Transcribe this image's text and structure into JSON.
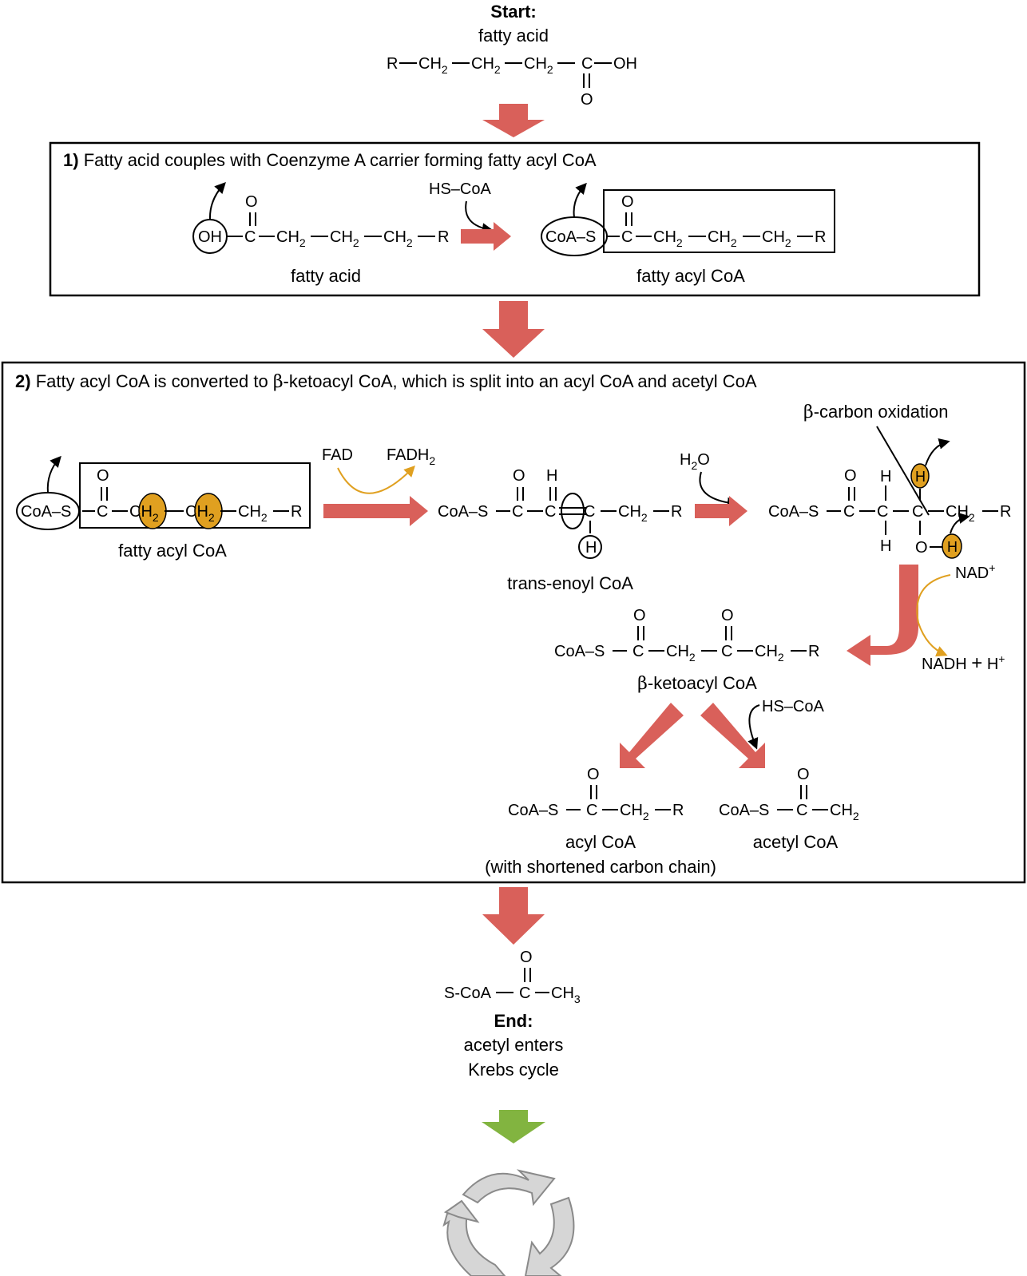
{
  "start": {
    "label": "Start:",
    "name": "fatty acid"
  },
  "formula_start": {
    "r": "R",
    "ch2": "CH",
    "sub2": "2",
    "c": "C",
    "oh": "OH",
    "o": "O"
  },
  "step1": {
    "number": "1)",
    "title": "Fatty acid couples with Coenzyme A carrier forming fatty acyl CoA",
    "reagent": "HS–CoA",
    "left_label": "fatty acid",
    "right_label": "fatty acyl CoA",
    "oh": "OH",
    "coas": "CoA–S"
  },
  "step2": {
    "number": "2)",
    "title_pre": "Fatty acyl CoA is converted to ",
    "beta": "β",
    "title_post": "-ketoacyl CoA, which is split into an acyl CoA and acetyl CoA",
    "fad": "FAD",
    "fadh2": "FADH",
    "h2o_h": "H",
    "h2o_o": "O",
    "beta_oxidation": "-carbon oxidation",
    "nad": "NAD",
    "nadh": "NADH",
    "plus": "+",
    "hplus": "H",
    "fatty_acyl_coa_label": "fatty acyl CoA",
    "trans_enoyl_label": "trans-enoyl CoA",
    "ketoacyl_label": "-ketoacyl CoA",
    "hs_coa": "HS–CoA",
    "acyl_coa_label": "acyl CoA",
    "acyl_coa_note": "(with shortened carbon chain)",
    "acetyl_coa_label": "acetyl CoA"
  },
  "end": {
    "formula_left": "S-CoA",
    "formula_c": "C",
    "formula_ch3": "CH",
    "sub3": "3",
    "label": "End:",
    "line1": "acetyl enters",
    "line2": "Krebs cycle"
  },
  "atoms": {
    "coas": "CoA–S",
    "c": "C",
    "o": "O",
    "h": "H",
    "r": "R",
    "ch2": "CH",
    "sub2": "2"
  },
  "colors": {
    "red_arrow": "#d9605a",
    "gold": "#e0a020",
    "green_arrow": "#82b440",
    "cycle_gray": "#c8c8c8"
  }
}
